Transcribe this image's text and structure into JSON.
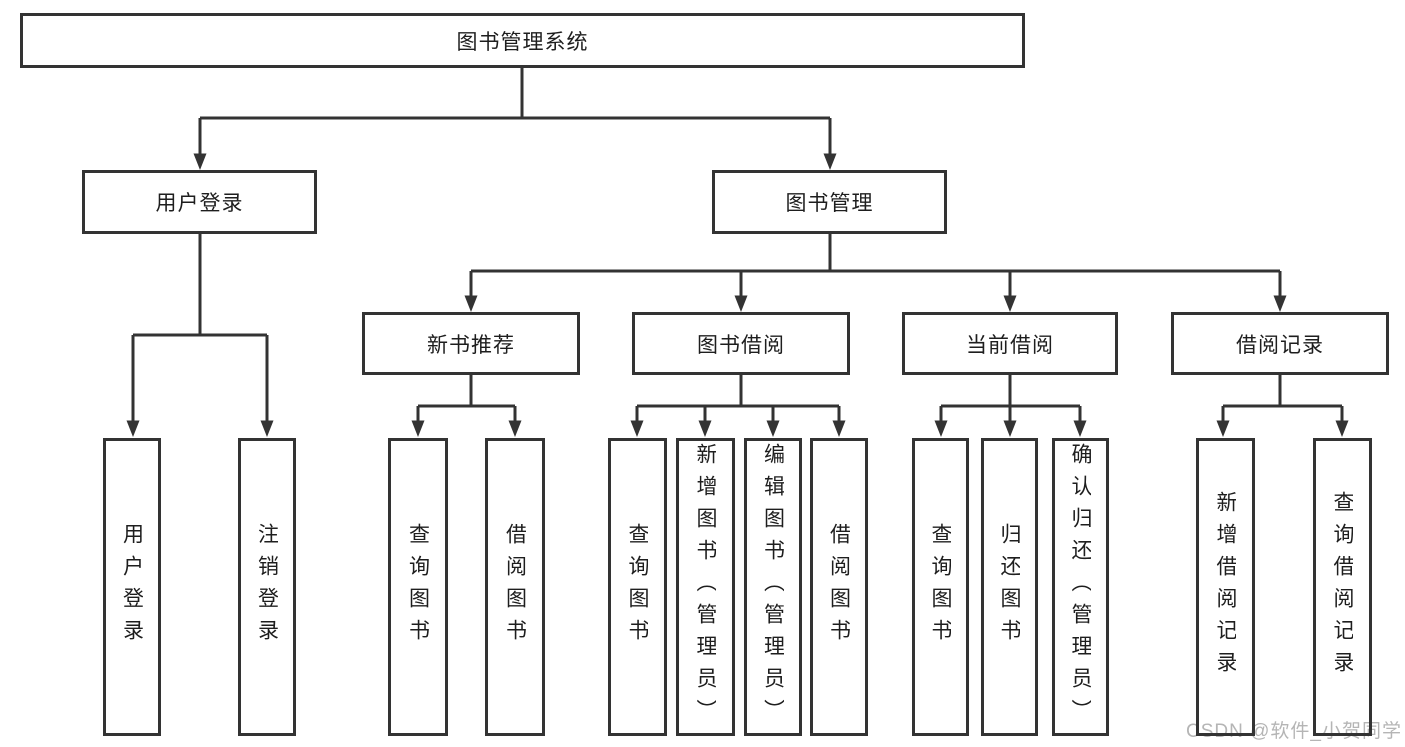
{
  "diagram": {
    "title_node": {
      "label": "图书管理系统"
    },
    "level1": [
      {
        "label": "用户登录"
      },
      {
        "label": "图书管理"
      }
    ],
    "level2": [
      {
        "label": "新书推荐"
      },
      {
        "label": "图书借阅"
      },
      {
        "label": "当前借阅"
      },
      {
        "label": "借阅记录"
      }
    ],
    "leaves": {
      "user_login": [
        {
          "label": "用户登录"
        },
        {
          "label": "注销登录"
        }
      ],
      "new_book": [
        {
          "label": "查询图书"
        },
        {
          "label": "借阅图书"
        }
      ],
      "book_borrow": [
        {
          "label": "查询图书"
        },
        {
          "label": "新增图书（管理员）"
        },
        {
          "label": "编辑图书（管理员）"
        },
        {
          "label": "借阅图书"
        }
      ],
      "current_borrow": [
        {
          "label": "查询图书"
        },
        {
          "label": "归还图书"
        },
        {
          "label": "确认归还（管理员）"
        }
      ],
      "borrow_records": [
        {
          "label": "新增借阅记录"
        },
        {
          "label": "查询借阅记录"
        }
      ]
    }
  },
  "watermark": {
    "text": "CSDN @软件_小贺同学"
  },
  "colors": {
    "line": "#333333",
    "box_border": "#333333",
    "box_fill": "#ffffff",
    "text": "#1e1e1e",
    "watermark": "#b5b5b5",
    "background": "#ffffff"
  }
}
